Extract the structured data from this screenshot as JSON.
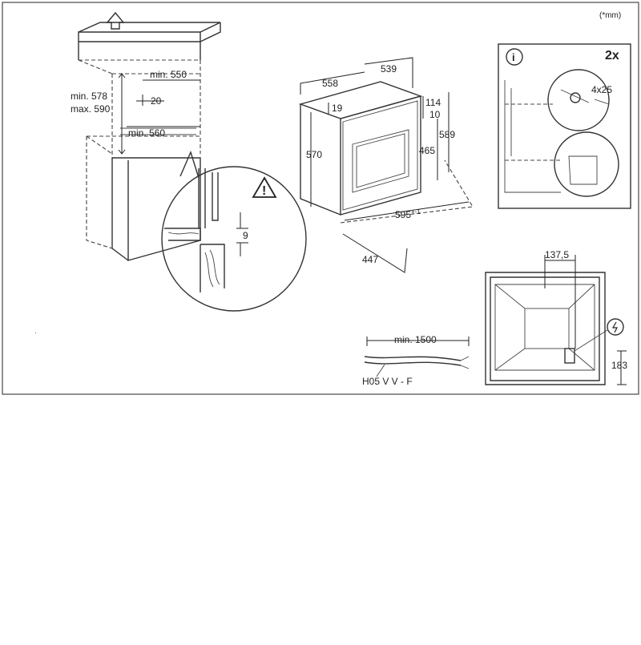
{
  "unit_note": "(*mm)",
  "cabinet": {
    "height_min": "min. 578",
    "height_max": "max. 590",
    "depth_min": "min. 550",
    "gap": "20",
    "width_min": "min. 560"
  },
  "detail": {
    "gap": "9"
  },
  "oven": {
    "depth_total": "558",
    "depth_body": "539",
    "front_top": "19",
    "front_right_a": "114",
    "front_right_b": "10",
    "height_front": "570",
    "height_body": "465",
    "height_total": "589",
    "width": "595",
    "width_sup": "+-1",
    "bottom_depth": "447"
  },
  "cable": {
    "length": "min. 1500",
    "type": "H05 V V - F"
  },
  "fixing": {
    "count": "2x",
    "screw": "4x25"
  },
  "rear": {
    "offset_x": "137,5",
    "offset_y": "183"
  },
  "colors": {
    "line": "#333333",
    "frame": "#555555",
    "background": "#ffffff"
  }
}
